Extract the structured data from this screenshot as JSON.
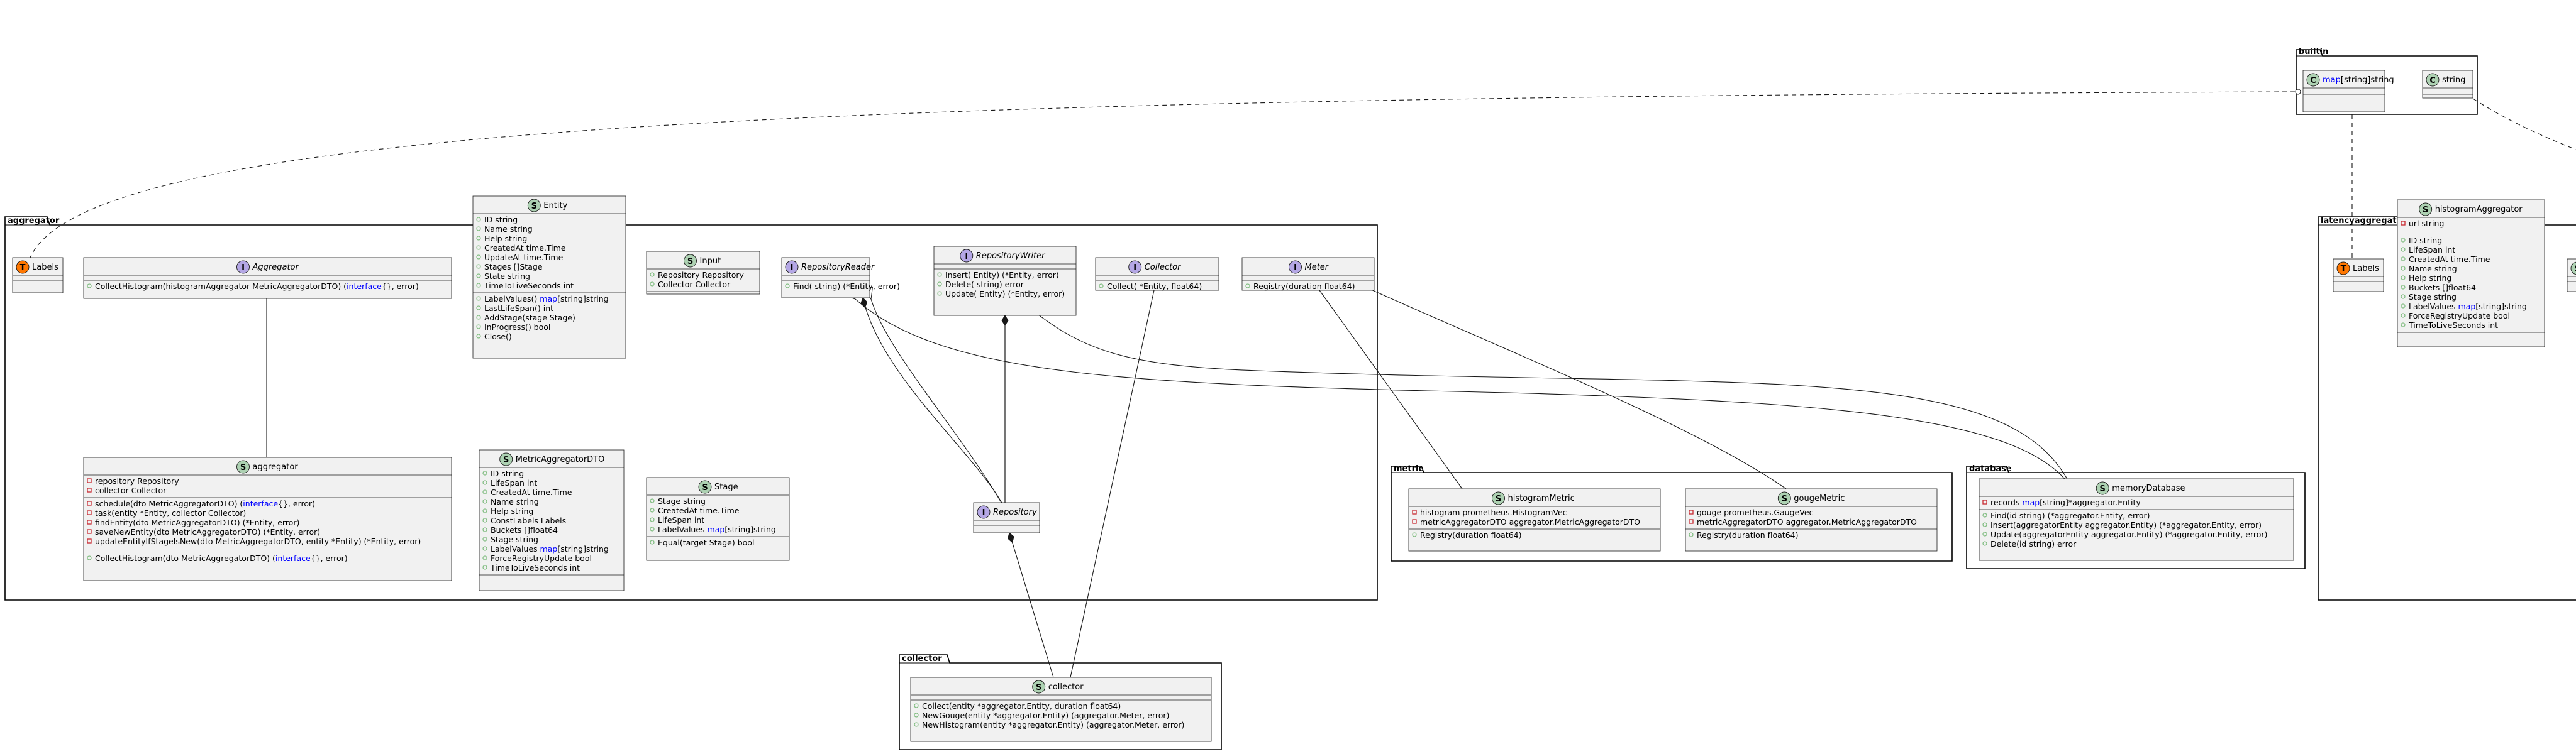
{
  "colors": {
    "class_bg": "#f1f1f1",
    "border": "#181818",
    "badge_class": "#add1b2",
    "badge_interface": "#b4a7e5",
    "badge_type": "#ff7700",
    "keyword": "#0000ff",
    "private_marker": "#c82930",
    "public_marker": "#84be84"
  },
  "packages": {
    "builtin": {
      "label": "builtin"
    },
    "aggregator": {
      "label": "aggregator"
    },
    "latencyaggregator": {
      "label": "latencyaggregator"
    },
    "metric": {
      "label": "metric"
    },
    "database": {
      "label": "database"
    },
    "collector": {
      "label": "collector"
    }
  },
  "classes": {
    "builtin_map": {
      "badge": "C",
      "name_kw": "map",
      "name": "[string]string",
      "fields": [],
      "methods": []
    },
    "builtin_string": {
      "badge": "C",
      "name": "string",
      "fields": [],
      "methods": []
    },
    "labels": {
      "badge": "T",
      "name": "Labels",
      "fields": [],
      "methods": []
    },
    "aggregator_iface": {
      "badge": "I",
      "name": "Aggregator",
      "fields": [],
      "methods": [
        {
          "vis": "public",
          "parts": [
            {
              "t": "CollectHistogram(histogramAggregator MetricAggregatorDTO) ("
            },
            {
              "t": "interface",
              "kw": true
            },
            {
              "t": "{}, error)"
            }
          ]
        }
      ]
    },
    "entity": {
      "badge": "S",
      "name": "Entity",
      "fields": [
        {
          "vis": "public",
          "parts": [
            {
              "t": "ID string"
            }
          ]
        },
        {
          "vis": "public",
          "parts": [
            {
              "t": "Name string"
            }
          ]
        },
        {
          "vis": "public",
          "parts": [
            {
              "t": "Help string"
            }
          ]
        },
        {
          "vis": "public",
          "parts": [
            {
              "t": "CreatedAt time.Time"
            }
          ]
        },
        {
          "vis": "public",
          "parts": [
            {
              "t": "UpdateAt time.Time"
            }
          ]
        },
        {
          "vis": "public",
          "parts": [
            {
              "t": "Stages []Stage"
            }
          ]
        },
        {
          "vis": "public",
          "parts": [
            {
              "t": "State string"
            }
          ]
        },
        {
          "vis": "public",
          "parts": [
            {
              "t": "TimeToLiveSeconds int"
            }
          ]
        }
      ],
      "methods": [
        {
          "vis": "public",
          "parts": [
            {
              "t": "LabelValues() "
            },
            {
              "t": "map",
              "kw": true
            },
            {
              "t": "[string]string"
            }
          ]
        },
        {
          "vis": "public",
          "parts": [
            {
              "t": "LastLifeSpan() int"
            }
          ]
        },
        {
          "vis": "public",
          "parts": [
            {
              "t": "AddStage(stage Stage)"
            }
          ]
        },
        {
          "vis": "public",
          "parts": [
            {
              "t": "InProgress() bool"
            }
          ]
        },
        {
          "vis": "public",
          "parts": [
            {
              "t": "Close()"
            }
          ]
        }
      ]
    },
    "input": {
      "badge": "S",
      "name": "Input",
      "fields": [
        {
          "vis": "public",
          "parts": [
            {
              "t": "Repository Repository"
            }
          ]
        },
        {
          "vis": "public",
          "parts": [
            {
              "t": "Collector Collector"
            }
          ]
        }
      ],
      "methods": []
    },
    "repository_reader": {
      "badge": "I",
      "name": "RepositoryReader",
      "fields": [],
      "methods": [
        {
          "vis": "public",
          "parts": [
            {
              "t": "Find( string) (*Entity, error)"
            }
          ]
        }
      ]
    },
    "repository_writer": {
      "badge": "I",
      "name": "RepositoryWriter",
      "fields": [],
      "methods": [
        {
          "vis": "public",
          "parts": [
            {
              "t": "Insert( Entity) (*Entity, error)"
            }
          ]
        },
        {
          "vis": "public",
          "parts": [
            {
              "t": "Delete( string) error"
            }
          ]
        },
        {
          "vis": "public",
          "parts": [
            {
              "t": "Update( Entity) (*Entity, error)"
            }
          ]
        }
      ]
    },
    "collector_iface": {
      "badge": "I",
      "name": "Collector",
      "fields": [],
      "methods": [
        {
          "vis": "public",
          "parts": [
            {
              "t": "Collect( *Entity,  float64)"
            }
          ]
        }
      ]
    },
    "meter": {
      "badge": "I",
      "name": "Meter",
      "fields": [],
      "methods": [
        {
          "vis": "public",
          "parts": [
            {
              "t": "Registry(duration float64)"
            }
          ]
        }
      ]
    },
    "aggregator_struct": {
      "badge": "S",
      "name": "aggregator",
      "fields": [
        {
          "vis": "private",
          "parts": [
            {
              "t": "repository Repository"
            }
          ]
        },
        {
          "vis": "private",
          "parts": [
            {
              "t": "collector Collector"
            }
          ]
        }
      ],
      "methods": [
        {
          "vis": "private",
          "parts": [
            {
              "t": "schedule(dto MetricAggregatorDTO) ("
            },
            {
              "t": "interface",
              "kw": true
            },
            {
              "t": "{}, error)"
            }
          ]
        },
        {
          "vis": "private",
          "parts": [
            {
              "t": "task(entity *Entity, collector Collector)"
            }
          ]
        },
        {
          "vis": "private",
          "parts": [
            {
              "t": "findEntity(dto MetricAggregatorDTO) (*Entity, error)"
            }
          ]
        },
        {
          "vis": "private",
          "parts": [
            {
              "t": "saveNewEntity(dto MetricAggregatorDTO) (*Entity, error)"
            }
          ]
        },
        {
          "vis": "private",
          "parts": [
            {
              "t": "updateEntityIfStageIsNew(dto MetricAggregatorDTO, entity *Entity) (*Entity, error)"
            }
          ]
        },
        {
          "vis": "public",
          "gap": true,
          "parts": [
            {
              "t": "CollectHistogram(dto MetricAggregatorDTO) ("
            },
            {
              "t": "interface",
              "kw": true
            },
            {
              "t": "{}, error)"
            }
          ]
        }
      ]
    },
    "metric_dto": {
      "badge": "S",
      "name": "MetricAggregatorDTO",
      "fields": [
        {
          "vis": "public",
          "parts": [
            {
              "t": "ID string"
            }
          ]
        },
        {
          "vis": "public",
          "parts": [
            {
              "t": "LifeSpan int"
            }
          ]
        },
        {
          "vis": "public",
          "parts": [
            {
              "t": "CreatedAt time.Time"
            }
          ]
        },
        {
          "vis": "public",
          "parts": [
            {
              "t": "Name string"
            }
          ]
        },
        {
          "vis": "public",
          "parts": [
            {
              "t": "Help string"
            }
          ]
        },
        {
          "vis": "public",
          "parts": [
            {
              "t": "ConstLabels Labels"
            }
          ]
        },
        {
          "vis": "public",
          "parts": [
            {
              "t": "Buckets []float64"
            }
          ]
        },
        {
          "vis": "public",
          "parts": [
            {
              "t": "Stage string"
            }
          ]
        },
        {
          "vis": "public",
          "parts": [
            {
              "t": "LabelValues "
            },
            {
              "t": "map",
              "kw": true
            },
            {
              "t": "[string]string"
            }
          ]
        },
        {
          "vis": "public",
          "parts": [
            {
              "t": "ForceRegistryUpdate bool"
            }
          ]
        },
        {
          "vis": "public",
          "parts": [
            {
              "t": "TimeToLiveSeconds int"
            }
          ]
        }
      ],
      "methods": []
    },
    "stage": {
      "badge": "S",
      "name": "Stage",
      "fields": [
        {
          "vis": "public",
          "parts": [
            {
              "t": "Stage string"
            }
          ]
        },
        {
          "vis": "public",
          "parts": [
            {
              "t": "CreatedAt time.Time"
            }
          ]
        },
        {
          "vis": "public",
          "parts": [
            {
              "t": "LifeSpan int"
            }
          ]
        },
        {
          "vis": "public",
          "parts": [
            {
              "t": "LabelValues "
            },
            {
              "t": "map",
              "kw": true
            },
            {
              "t": "[string]string"
            }
          ]
        }
      ],
      "methods": [
        {
          "vis": "public",
          "parts": [
            {
              "t": "Equal(target Stage) bool"
            }
          ]
        }
      ]
    },
    "repository_iface": {
      "badge": "I",
      "name": "Repository",
      "fields": [],
      "methods": []
    },
    "histogram_metric": {
      "badge": "S",
      "name": "histogramMetric",
      "fields": [
        {
          "vis": "private",
          "parts": [
            {
              "t": "histogram prometheus.HistogramVec"
            }
          ]
        },
        {
          "vis": "private",
          "parts": [
            {
              "t": "metricAggregatorDTO aggregator.MetricAggregatorDTO"
            }
          ]
        }
      ],
      "methods": [
        {
          "vis": "public",
          "parts": [
            {
              "t": "Registry(duration float64)"
            }
          ]
        }
      ]
    },
    "gouge_metric": {
      "badge": "S",
      "name": "gougeMetric",
      "fields": [
        {
          "vis": "private",
          "parts": [
            {
              "t": "gouge prometheus.GaugeVec"
            }
          ]
        },
        {
          "vis": "private",
          "parts": [
            {
              "t": "metricAggregatorDTO aggregator.MetricAggregatorDTO"
            }
          ]
        }
      ],
      "methods": [
        {
          "vis": "public",
          "parts": [
            {
              "t": "Registry(duration float64)"
            }
          ]
        }
      ]
    },
    "memory_database": {
      "badge": "S",
      "name": "memoryDatabase",
      "fields": [
        {
          "vis": "private",
          "parts": [
            {
              "t": "records "
            },
            {
              "t": "map",
              "kw": true
            },
            {
              "t": "[string]*aggregator.Entity"
            }
          ]
        }
      ],
      "methods": [
        {
          "vis": "public",
          "parts": [
            {
              "t": "Find(id string) (*aggregator.Entity, error)"
            }
          ]
        },
        {
          "vis": "public",
          "parts": [
            {
              "t": "Insert(aggregatorEntity aggregator.Entity) (*aggregator.Entity, error)"
            }
          ]
        },
        {
          "vis": "public",
          "parts": [
            {
              "t": "Update(aggregatorEntity aggregator.Entity) (*aggregator.Entity, error)"
            }
          ]
        },
        {
          "vis": "public",
          "parts": [
            {
              "t": "Delete(id string) error"
            }
          ]
        }
      ]
    },
    "collector_struct": {
      "badge": "S",
      "name": "collector",
      "fields": [],
      "methods": [
        {
          "vis": "public",
          "parts": [
            {
              "t": "Collect(entity *aggregator.Entity, duration float64)"
            }
          ]
        },
        {
          "vis": "public",
          "parts": [
            {
              "t": "NewGouge(entity *aggregator.Entity) (aggregator.Meter, error)"
            }
          ]
        },
        {
          "vis": "public",
          "parts": [
            {
              "t": "NewHistogram(entity *aggregator.Entity) (aggregator.Meter, error)"
            }
          ]
        }
      ]
    },
    "latency_labels": {
      "badge": "T",
      "name": "Labels",
      "fields": [],
      "methods": []
    },
    "histogram_aggregator": {
      "badge": "S",
      "name": "histogramAggregator",
      "fields": [
        {
          "vis": "private",
          "parts": [
            {
              "t": "url string"
            }
          ]
        },
        {
          "vis": "public",
          "gap": true,
          "parts": [
            {
              "t": "ID string"
            }
          ]
        },
        {
          "vis": "public",
          "parts": [
            {
              "t": "LifeSpan int"
            }
          ]
        },
        {
          "vis": "public",
          "parts": [
            {
              "t": "CreatedAt time.Time"
            }
          ]
        },
        {
          "vis": "public",
          "parts": [
            {
              "t": "Name string"
            }
          ]
        },
        {
          "vis": "public",
          "parts": [
            {
              "t": "Help string"
            }
          ]
        },
        {
          "vis": "public",
          "parts": [
            {
              "t": "Buckets []float64"
            }
          ]
        },
        {
          "vis": "public",
          "parts": [
            {
              "t": "Stage string"
            }
          ]
        },
        {
          "vis": "public",
          "parts": [
            {
              "t": "LabelValues "
            },
            {
              "t": "map",
              "kw": true
            },
            {
              "t": "[string]string"
            }
          ]
        },
        {
          "vis": "public",
          "parts": [
            {
              "t": "ForceRegistryUpdate bool"
            }
          ]
        },
        {
          "vis": "public",
          "parts": [
            {
              "t": "TimeToLiveSeconds int"
            }
          ]
        }
      ],
      "methods": []
    },
    "cut_off_struct": {
      "badge": "S",
      "name": "",
      "fields": [],
      "methods": []
    }
  }
}
